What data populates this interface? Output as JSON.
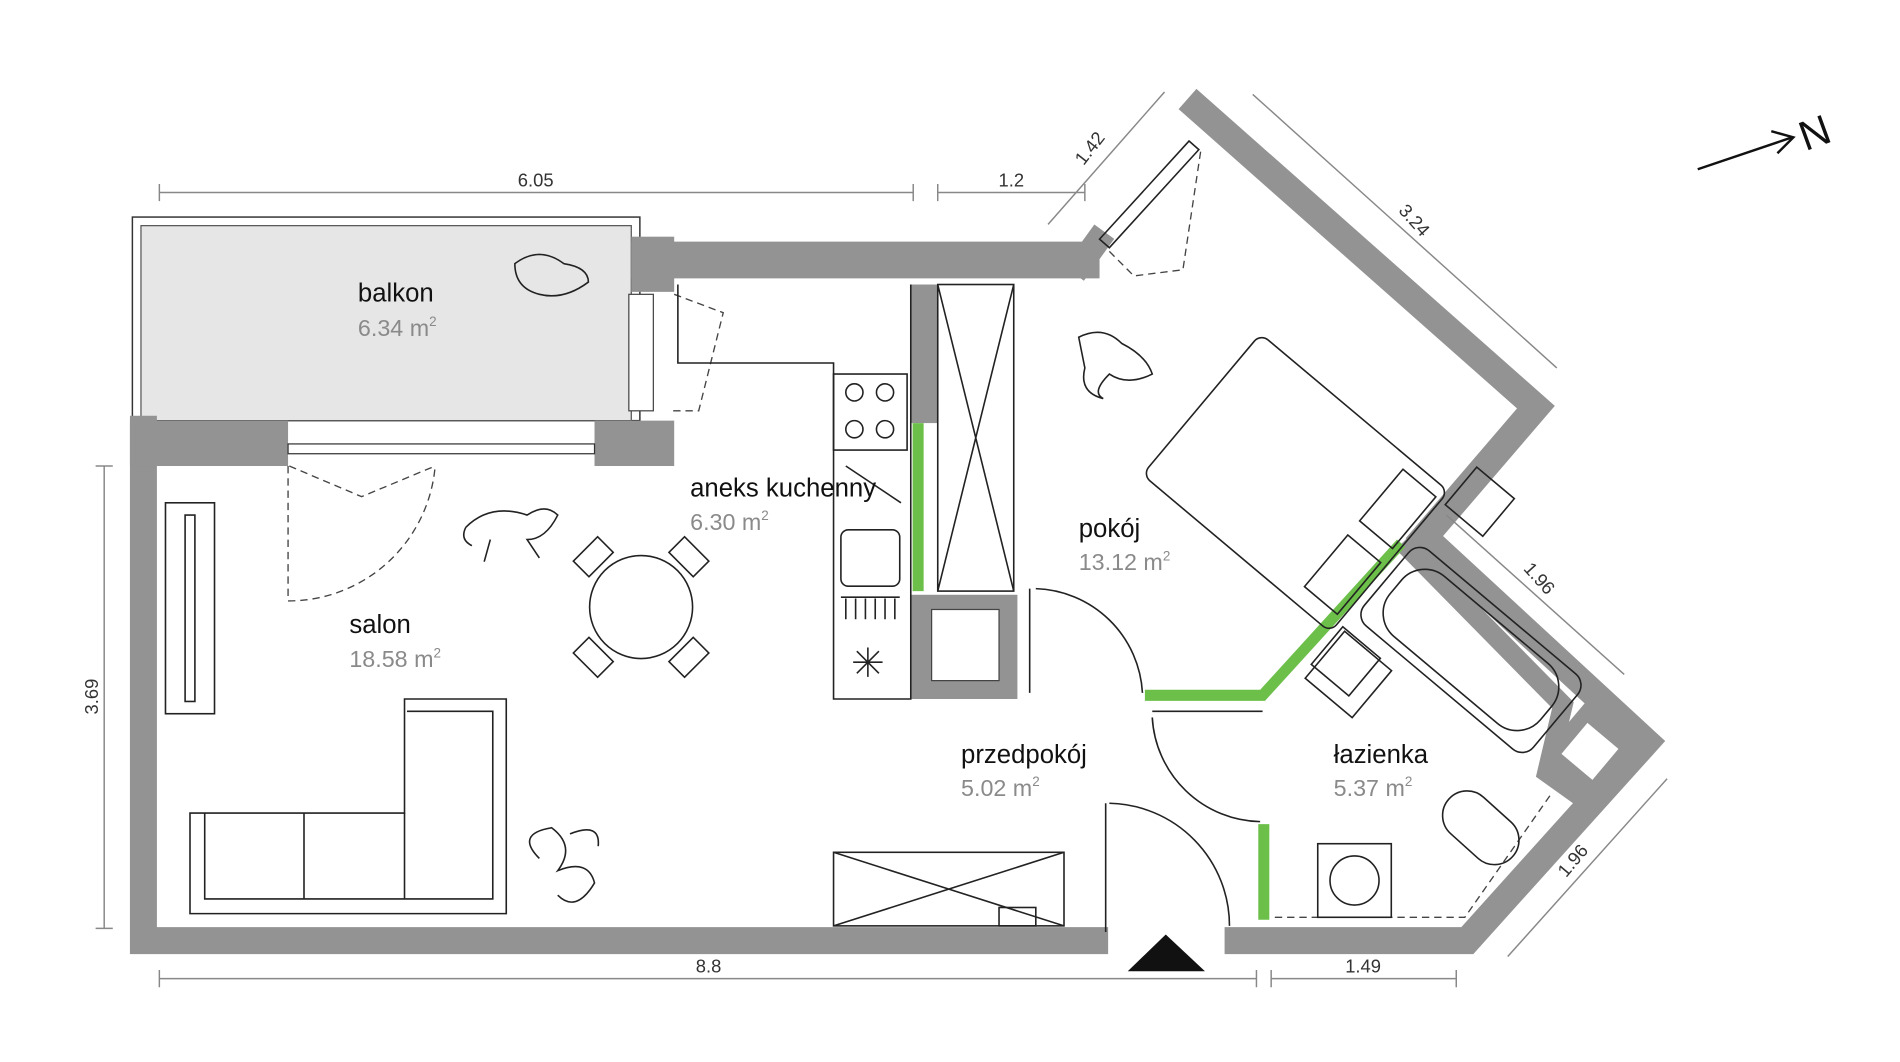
{
  "rooms": [
    {
      "name": "balkon",
      "area": "6.34",
      "unit": "m",
      "exp": "2"
    },
    {
      "name": "aneks kuchenny",
      "area": "6.30",
      "unit": "m",
      "exp": "2"
    },
    {
      "name": "pokój",
      "area": "13.12",
      "unit": "m",
      "exp": "2"
    },
    {
      "name": "salon",
      "area": "18.58",
      "unit": "m",
      "exp": "2"
    },
    {
      "name": "przedpokój",
      "area": "5.02",
      "unit": "m",
      "exp": "2"
    },
    {
      "name": "łazienka",
      "area": "5.37",
      "unit": "m",
      "exp": "2"
    }
  ],
  "dimensions": {
    "balcony_width": "6.05",
    "top_segment": "1.2",
    "window_diag": "1.42",
    "pokoj_diag": "3.24",
    "bath_upper_diag": "1.96",
    "bath_lower_diag": "1.96",
    "salon_height": "3.69",
    "bottom_total": "8.8",
    "bath_bottom": "1.49"
  },
  "compass": {
    "label": "N"
  },
  "colors": {
    "wall": "#939393",
    "new_wall": "#6cc04a",
    "balcony": "#e6e6e6"
  }
}
